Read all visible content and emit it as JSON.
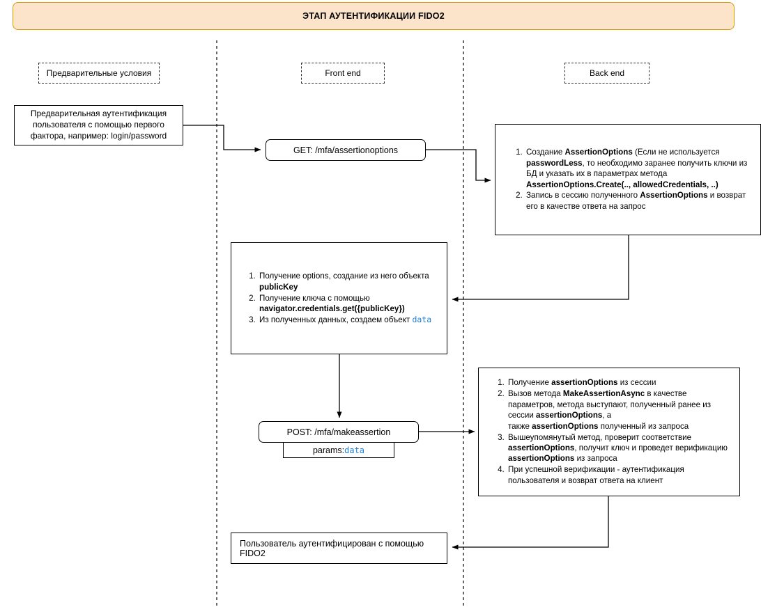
{
  "diagram": {
    "title": "ЭТАП АУТЕНТИФИКАЦИИ FIDO2",
    "title_bg": "#fce4cb",
    "title_border": "#d79b00",
    "code_color": "#1f7fd6"
  },
  "lanes": [
    {
      "id": "preconditions",
      "label": "Предварительные условия"
    },
    {
      "id": "frontend",
      "label": "Front end"
    },
    {
      "id": "backend",
      "label": "Back end"
    }
  ],
  "nodes": {
    "precondition": {
      "text": "Предварительная аутентификация пользователя с помощью первого фактора, например: login/password"
    },
    "get_request": {
      "label": "GET: /mfa/assertionoptions"
    },
    "backend_1": {
      "steps": [
        {
          "parts": [
            {
              "t": "Создание ",
              "style": "normal"
            },
            {
              "t": "AssertionOptions",
              "style": "bold"
            },
            {
              "t": " (Если не используется ",
              "style": "normal"
            },
            {
              "t": "passwordLess",
              "style": "bold"
            },
            {
              "t": ", то необходимо заранее получить ключи из БД и указать их в параметрах метода ",
              "style": "normal"
            },
            {
              "t": "AssertionOptions.Create(.., allowedCredentials, ..)",
              "style": "bold"
            }
          ]
        },
        {
          "parts": [
            {
              "t": "Запись в сессию полученного ",
              "style": "normal"
            },
            {
              "t": "AssertionOptions",
              "style": "bold"
            },
            {
              "t": " и возврат его в качестве ответа на запрос",
              "style": "normal"
            }
          ]
        }
      ]
    },
    "frontend_steps": {
      "steps": [
        {
          "parts": [
            {
              "t": "Получение options, создание из него объекта ",
              "style": "normal"
            },
            {
              "t": "publicKey",
              "style": "bold"
            }
          ]
        },
        {
          "parts": [
            {
              "t": "Получение ключа с помощью ",
              "style": "normal"
            },
            {
              "t": "navigator.credentials.get({publicKey})",
              "style": "bold"
            }
          ]
        },
        {
          "parts": [
            {
              "t": "Из полученных данных, создаем объект ",
              "style": "normal"
            },
            {
              "t": "data",
              "style": "code"
            }
          ]
        }
      ]
    },
    "post_request": {
      "label": "POST: /mfa/makeassertion",
      "params_label": "params: ",
      "params_value": "data"
    },
    "backend_2": {
      "steps": [
        {
          "parts": [
            {
              "t": "Получение ",
              "style": "normal"
            },
            {
              "t": "assertionOptions",
              "style": "bold"
            },
            {
              "t": " из сессии",
              "style": "normal"
            }
          ]
        },
        {
          "parts": [
            {
              "t": "Вызов метода ",
              "style": "normal"
            },
            {
              "t": "MakeAssertionAsync",
              "style": "bold"
            },
            {
              "t": " в качестве параметров, метода выступают, полученный ранее из сессии ",
              "style": "normal"
            },
            {
              "t": "assertionOptions",
              "style": "bold"
            },
            {
              "t": ", а",
              "style": "normal"
            },
            {
              "t": "\nтакже ",
              "style": "normal"
            },
            {
              "t": "assertionOptions",
              "style": "bold"
            },
            {
              "t": " полученный из запроса",
              "style": "normal"
            }
          ]
        },
        {
          "parts": [
            {
              "t": "Вышеупомянутый метод, проверит соответствие ",
              "style": "normal"
            },
            {
              "t": "assertionOptions",
              "style": "bold"
            },
            {
              "t": ", получит ключ и проведет верификацию ",
              "style": "normal"
            },
            {
              "t": "assertionOptions",
              "style": "bold"
            },
            {
              "t": " из запроса",
              "style": "normal"
            }
          ]
        },
        {
          "parts": [
            {
              "t": "При успешной верификации - аутентификация пользователя и возврат ответа на клиент",
              "style": "normal"
            }
          ]
        }
      ]
    },
    "final": {
      "label": "Пользователь аутентифицирован с помощью FIDO2"
    }
  }
}
